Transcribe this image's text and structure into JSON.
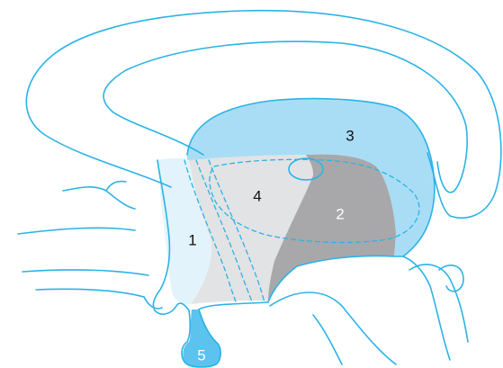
{
  "labels": {
    "region_1": "1",
    "region_2": "2",
    "region_3": "3",
    "region_4": "4",
    "region_5": "5"
  },
  "colors": {
    "outline": "#2bb3e6",
    "region_1_fill": "#e3f3fb",
    "region_2_fill": "#a8a8aa",
    "region_3_fill": "#a9ddf6",
    "region_4_fill": "#e2e3e5",
    "region_5_fill": "#5cc2ee"
  }
}
